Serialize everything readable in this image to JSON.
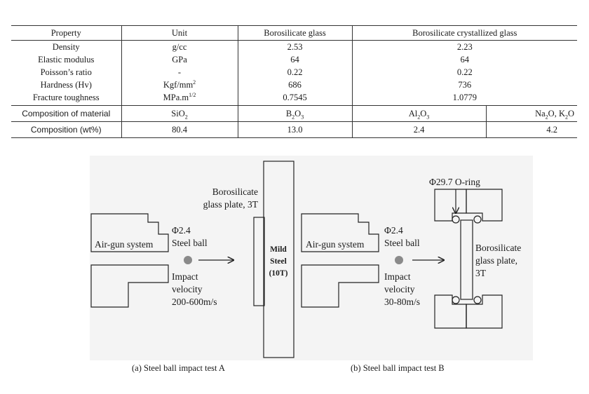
{
  "table": {
    "headers": {
      "property": "Property",
      "unit": "Unit",
      "glass": "Borosilicate glass",
      "crystal": "Borosilicate crystallized glass"
    },
    "rows": [
      {
        "property": "Density",
        "unit": "g/cc",
        "glass": "2.53",
        "crystal": "2.23"
      },
      {
        "property": "Elastic modulus",
        "unit": "GPa",
        "glass": "64",
        "crystal": "64"
      },
      {
        "property": "Poisson’s ratio",
        "unit": "-",
        "glass": "0.22",
        "crystal": "0.22"
      },
      {
        "property": "Hardness (Hv)",
        "unit_main": "Kgf/mm",
        "unit_sup": "2",
        "glass": "686",
        "crystal": "736"
      },
      {
        "property": "Fracture toughness",
        "unit_main": "MPa.m",
        "unit_sup": "1/2",
        "glass": "0.7545",
        "crystal": "1.0779"
      }
    ],
    "composition": {
      "label": "Composition of material",
      "sio2": {
        "a": "SiO",
        "b": "2"
      },
      "b2o3": {
        "a": "B",
        "b": "2",
        "c": "O",
        "d": "3"
      },
      "al2o3": {
        "a": "Al",
        "b": "2",
        "c": "O",
        "d": "3"
      },
      "na2o_k2o": {
        "a": "Na",
        "b": "2",
        "c": "O, K",
        "d": "2",
        "e": "O"
      }
    },
    "wt": {
      "label": "Composition (wt%)",
      "values": [
        "80.4",
        "13.0",
        "2.4",
        "4.2"
      ]
    }
  },
  "figure": {
    "a": {
      "plate_label_1": "Borosilicate",
      "plate_label_2": "glass plate, 3T",
      "airgun": "Air-gun system",
      "ball_1": "Φ2.4",
      "ball_2": "Steel ball",
      "impact_1": "Impact",
      "impact_2": "velocity",
      "impact_3": "200-600m/s",
      "steel_1": "Mild",
      "steel_2": "Steel",
      "steel_3": "(10T)",
      "caption": "(a) Steel ball impact test A"
    },
    "b": {
      "oring": "Φ29.7  O-ring",
      "airgun": "Air-gun system",
      "ball_1": "Φ2.4",
      "ball_2": "Steel ball",
      "impact_1": "Impact",
      "impact_2": "velocity",
      "impact_3": "30-80m/s",
      "plate_1": "Borosilicate",
      "plate_2": "glass plate,",
      "plate_3": "3T",
      "caption": "(b) Steel ball impact test B"
    }
  }
}
